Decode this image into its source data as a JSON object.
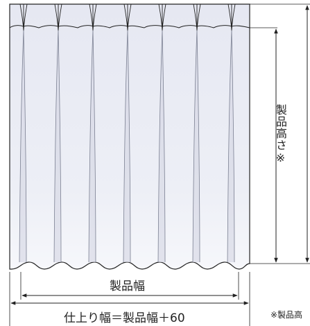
{
  "labels": {
    "product_width": "製品幅",
    "finished_width": "仕上り幅＝製品幅＋60",
    "product_height": "製品高さ※",
    "footnote": "※製品高"
  },
  "colors": {
    "fabric_fill": "#e9ebf4",
    "fabric_shadow": "#d3d6e3",
    "line": "#222222"
  },
  "curtain": {
    "pleat_count": 7
  }
}
